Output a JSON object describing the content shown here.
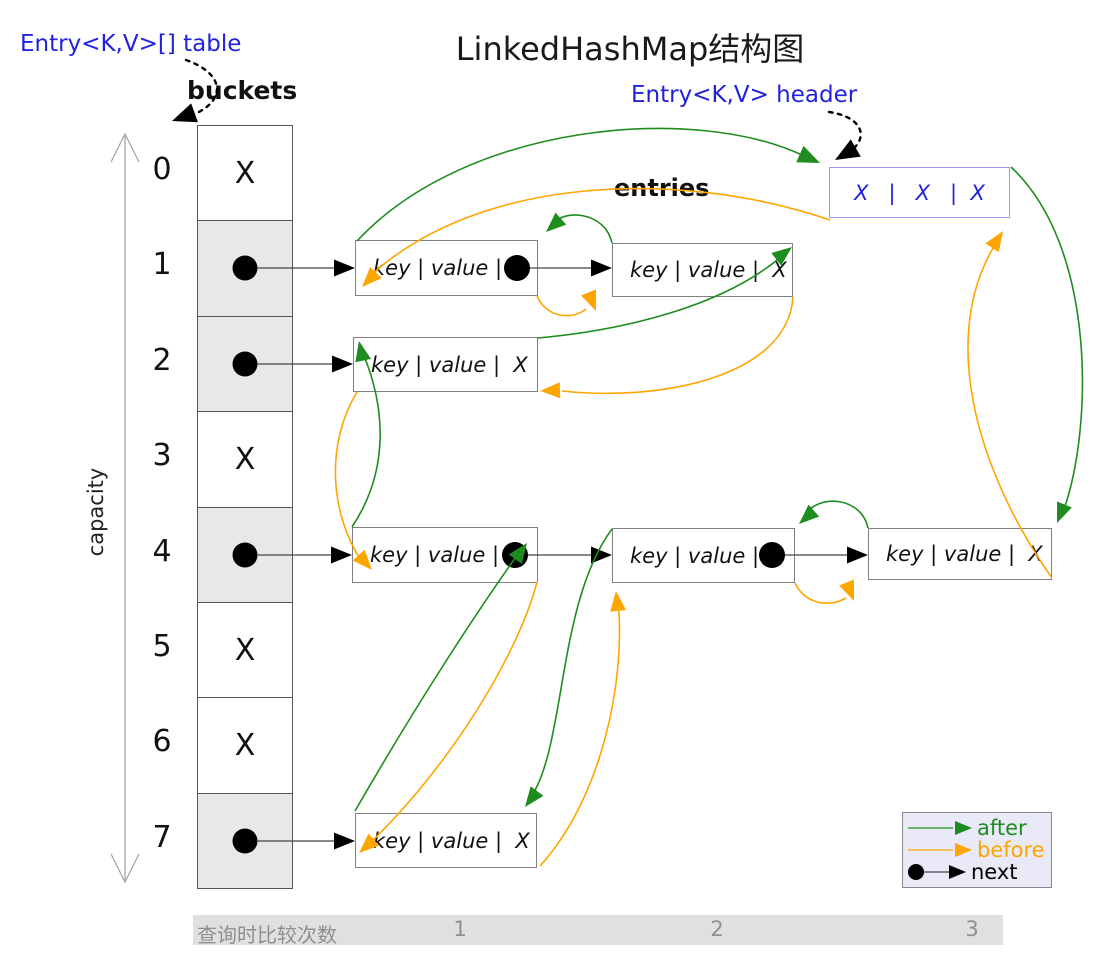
{
  "title": "LinkedHashMap结构图",
  "labels": {
    "table_pointer": "Entry<K,V>[] table",
    "buckets": "buckets",
    "header_pointer": "Entry<K,V> header",
    "entries": "entries",
    "capacity": "capacity"
  },
  "bucket_column": {
    "indices": [
      "0",
      "1",
      "2",
      "3",
      "4",
      "5",
      "6",
      "7"
    ],
    "cells": [
      {
        "index": "0",
        "content": "X",
        "kind": "empty"
      },
      {
        "index": "1",
        "content": "dot",
        "kind": "pointer"
      },
      {
        "index": "2",
        "content": "dot",
        "kind": "pointer"
      },
      {
        "index": "3",
        "content": "X",
        "kind": "empty"
      },
      {
        "index": "4",
        "content": "dot",
        "kind": "pointer"
      },
      {
        "index": "5",
        "content": "X",
        "kind": "empty"
      },
      {
        "index": "6",
        "content": "X",
        "kind": "empty"
      },
      {
        "index": "7",
        "content": "dot",
        "kind": "pointer"
      }
    ]
  },
  "header_entry": {
    "label": "X   |   X   |  X"
  },
  "entries": [
    {
      "id": "bucket1-entry1",
      "label": "key | value | ",
      "tail": "dot"
    },
    {
      "id": "bucket1-entry2",
      "label": "key | value |  X",
      "tail": "none"
    },
    {
      "id": "bucket2-entry1",
      "label": "key | value |  X",
      "tail": "none"
    },
    {
      "id": "bucket4-entry1",
      "label": "key | value | ",
      "tail": "dot"
    },
    {
      "id": "bucket4-entry2",
      "label": "key | value | ",
      "tail": "dot"
    },
    {
      "id": "bucket4-entry3",
      "label": "key | value |  X",
      "tail": "none"
    },
    {
      "id": "bucket7-entry1",
      "label": "key | value |  X",
      "tail": "none"
    }
  ],
  "legend": {
    "after": "after",
    "before": "before",
    "next": "next"
  },
  "footer": {
    "label": "查询时比较次数",
    "counts": [
      "1",
      "2",
      "3"
    ]
  },
  "colors": {
    "after_green": "#1f8c1f",
    "before_orange": "#ffa500",
    "next_black": "#000000",
    "pointer_text_blue": "#2222dd",
    "bucket_fill_gray": "#e8e8e8",
    "footer_bar_gray": "#e0e0e0",
    "legend_bg": "#e9e9f7"
  }
}
